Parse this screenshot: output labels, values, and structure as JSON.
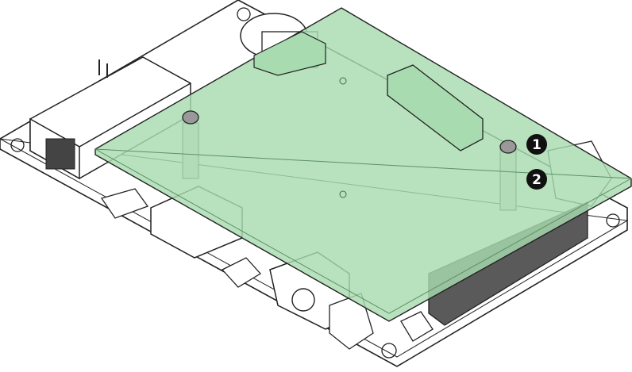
{
  "diagram": {
    "subject": "board-assembly",
    "colors": {
      "base_board": "#ffffff",
      "outline": "#222222",
      "add_on_board": "#a8dcb0",
      "add_on_edge": "#7fbf8c",
      "connector_dark": "#5a5a5a",
      "callout_fill": "#111111",
      "callout_text": "#ffffff"
    },
    "callouts": [
      {
        "label": "1"
      },
      {
        "label": "2"
      }
    ]
  }
}
